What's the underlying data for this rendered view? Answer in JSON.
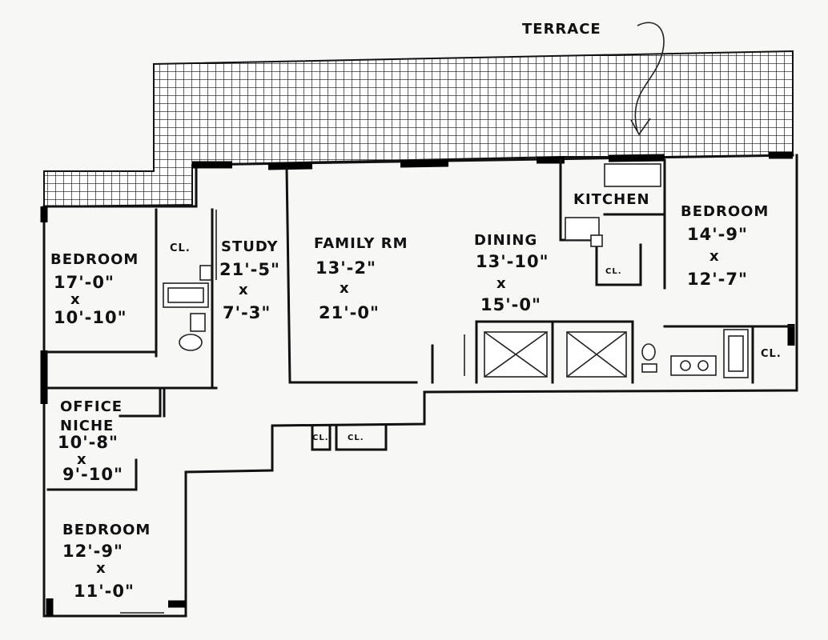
{
  "plan": {
    "terrace": "TERRACE",
    "rooms": {
      "bedroom_west": {
        "name": "BEDROOM",
        "dim1": "17'-0\"",
        "x": "x",
        "dim2": "10'-10\""
      },
      "closet_west": {
        "name": "CL."
      },
      "study": {
        "name": "STUDY",
        "dim1": "21'-5\"",
        "x": "x",
        "dim2": "7'-3\""
      },
      "family": {
        "name": "FAMILY RM",
        "dim1": "13'-2\"",
        "x": "x",
        "dim2": "21'-0\""
      },
      "dining": {
        "name": "DINING",
        "dim1": "13'-10\"",
        "x": "x",
        "dim2": "15'-0\""
      },
      "kitchen": {
        "name": "KITCHEN"
      },
      "closet_kitchen": {
        "name": "CL."
      },
      "bedroom_east": {
        "name": "BEDROOM",
        "dim1": "14'-9\"",
        "x": "x",
        "dim2": "12'-7\""
      },
      "closet_east": {
        "name": "CL."
      },
      "office": {
        "name1": "OFFICE",
        "name2": "NICHE",
        "dim1": "10'-8\"",
        "x": "x",
        "dim2": "9'-10\""
      },
      "bedroom_south": {
        "name": "BEDROOM",
        "dim1": "12'-9\"",
        "x": "x",
        "dim2": "11'-0\""
      },
      "closet_hall1": {
        "name": "CL."
      },
      "closet_hall2": {
        "name": "CL."
      }
    }
  }
}
